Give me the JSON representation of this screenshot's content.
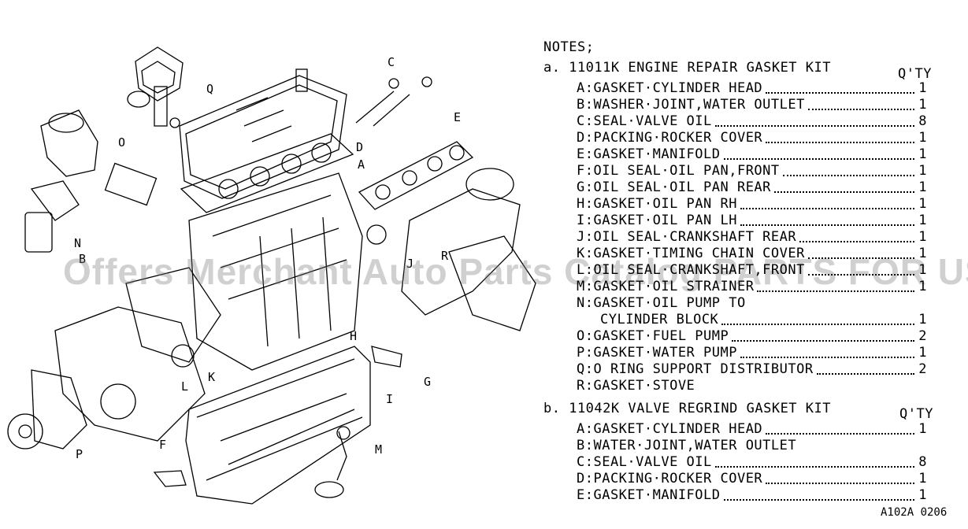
{
  "callouts": [
    "A",
    "B",
    "C",
    "D",
    "E",
    "F",
    "G",
    "H",
    "I",
    "J",
    "K",
    "L",
    "M",
    "N",
    "O",
    "P",
    "Q",
    "R"
  ],
  "notes": {
    "title": "NOTES;",
    "kit_a": {
      "heading": "a. 11011K ENGINE REPAIR GASKET KIT",
      "qty_header": "Q'TY",
      "items": [
        {
          "label": "A:GASKET·CYLINDER HEAD",
          "qty": "1"
        },
        {
          "label": "B:WASHER·JOINT,WATER OUTLET",
          "qty": "1"
        },
        {
          "label": "C:SEAL·VALVE OIL",
          "qty": "8"
        },
        {
          "label": "D:PACKING·ROCKER COVER",
          "qty": "1"
        },
        {
          "label": "E:GASKET·MANIFOLD",
          "qty": "1"
        },
        {
          "label": "F:OIL SEAL·OIL PAN,FRONT",
          "qty": "1"
        },
        {
          "label": "G:OIL SEAL·OIL PAN REAR",
          "qty": "1"
        },
        {
          "label": "H:GASKET·OIL PAN RH",
          "qty": "1"
        },
        {
          "label": "I:GASKET·OIL PAN LH",
          "qty": "1"
        },
        {
          "label": "J:OIL SEAL·CRANKSHAFT REAR",
          "qty": "1"
        },
        {
          "label": "K:GASKET·TIMING CHAIN COVER",
          "qty": "1"
        },
        {
          "label": "L:OIL SEAL·CRANKSHAFT,FRONT",
          "qty": "1"
        },
        {
          "label": "M:GASKET·OIL STRAINER",
          "qty": "1"
        },
        {
          "label": "N:GASKET·OIL PUMP TO",
          "qty": ""
        },
        {
          "label": "O:GASKET·FUEL PUMP",
          "qty": "2"
        },
        {
          "label": "P:GASKET·WATER PUMP",
          "qty": "1"
        },
        {
          "label": "Q:O RING SUPPORT DISTRIBUTOR",
          "qty": "2"
        },
        {
          "label": "R:GASKET·STOVE",
          "qty": ""
        }
      ],
      "n_continuation": "CYLINDER BLOCK",
      "n_continuation_qty": "1"
    },
    "kit_b": {
      "heading": "b. 11042K VALVE REGRIND GASKET KIT",
      "qty_header": "Q'TY",
      "items": [
        {
          "label": "A:GASKET·CYLINDER HEAD",
          "qty": "1"
        },
        {
          "label": "B:WATER·JOINT,WATER OUTLET",
          "qty": ""
        },
        {
          "label": "C:SEAL·VALVE OIL",
          "qty": "8"
        },
        {
          "label": "D:PACKING·ROCKER COVER",
          "qty": "1"
        },
        {
          "label": "E:GASKET·MANIFOLD",
          "qty": "1"
        }
      ]
    }
  },
  "watermark": "Offers Merchant Auto Parts Catalog PARTS FOR USA",
  "drawing_code": "A102A 0206"
}
